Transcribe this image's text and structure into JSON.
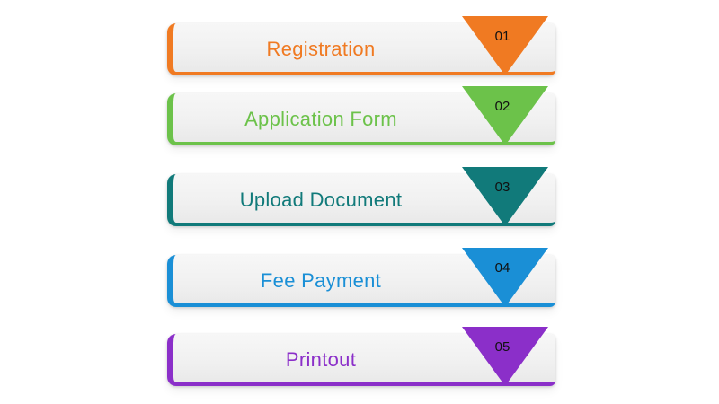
{
  "steps": [
    {
      "label": "Registration",
      "number": "01",
      "color": "#f07a22"
    },
    {
      "label": "Application Form",
      "number": "02",
      "color": "#6cc24a"
    },
    {
      "label": "Upload Document",
      "number": "03",
      "color": "#117a7a"
    },
    {
      "label": "Fee Payment",
      "number": "04",
      "color": "#1a8fd6"
    },
    {
      "label": "Printout",
      "number": "05",
      "color": "#8b2fc9"
    }
  ]
}
